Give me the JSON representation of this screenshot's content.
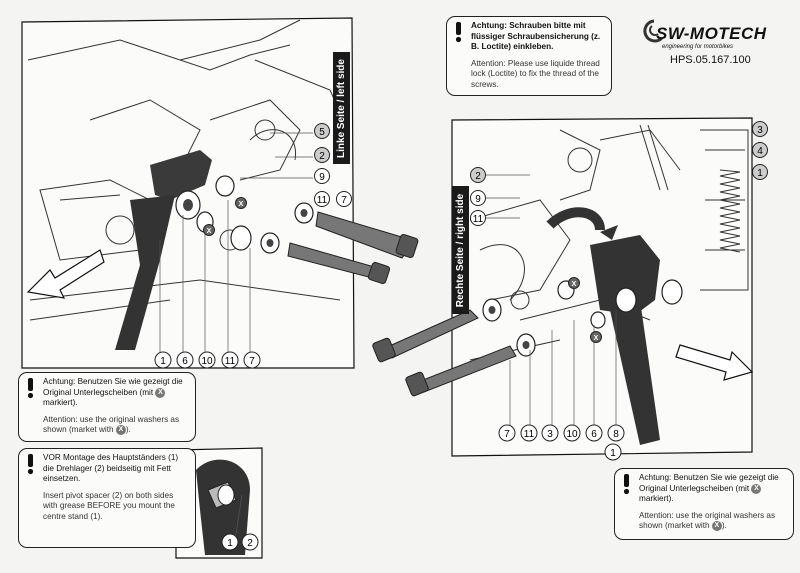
{
  "brand": {
    "name": "SW-MOTECH",
    "tagline": "engineering for motorbikes",
    "product_code": "HPS.05.167.100"
  },
  "notes": {
    "loctite": {
      "de": "Achtung: Schrauben bitte mit flüssiger Schraubensicherung (z. B. Loctite) einkleben.",
      "en": "Attention: Please use liquide thread lock (Loctite) to fix the thread of the screws."
    },
    "washers_left": {
      "de_before": "Achtung: Benutzen Sie wie gezeigt die Original Unterlegscheiben (mit",
      "de_after": "markiert).",
      "en_before": "Attention: use the original washers as shown (market with",
      "en_after": ")."
    },
    "washers_right": {
      "de_before": "Achtung: Benutzen Sie wie gezeigt die Original Unterlegscheiben (mit",
      "de_after": "markiert).",
      "en_before": "Attention: use the original washers as shown (market with",
      "en_after": ")."
    },
    "pivot": {
      "de": "VOR Montage des Hauptständers (1) die Drehlager (2) beidseitig mit Fett einsetzen.",
      "en": "Insert pivot spacer (2) on both sides with grease BEFORE you mount the centre stand (1)."
    }
  },
  "side_labels": {
    "left": "Linke Seite / left side",
    "right": "Rechte Seite / right side"
  },
  "washer_mark": "X",
  "left_callouts": [
    "5",
    "2",
    "9",
    "11",
    "7"
  ],
  "left_bottom_callouts": [
    "1",
    "6",
    "10",
    "11",
    "7"
  ],
  "right_side_callouts": [
    "2",
    "9",
    "11"
  ],
  "right_top_callouts": [
    "3",
    "4",
    "1"
  ],
  "right_bottom_callouts": [
    "7",
    "11",
    "3",
    "10",
    "6",
    "8"
  ],
  "right_stand_callout": "1",
  "pivot_callouts": [
    "1",
    "2"
  ]
}
